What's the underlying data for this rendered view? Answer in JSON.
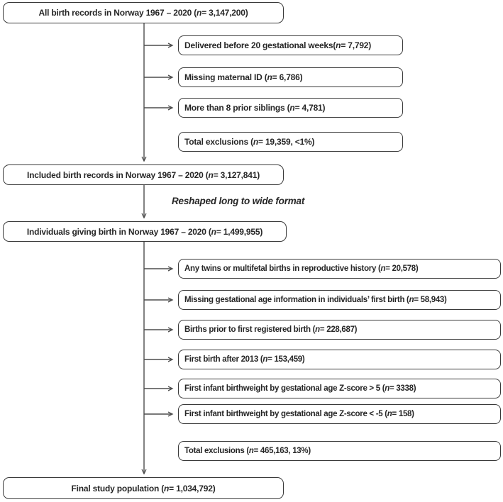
{
  "diagram": {
    "flow": {
      "all_records": "All birth records in Norway 1967 – 2020 (n = 3,147,200)",
      "included_records": "Included birth records in Norway 1967 – 2020 (n = 3,127,841)",
      "individuals": "Individuals giving birth in Norway 1967 – 2020 (n = 1,499,955)",
      "final_population": "Final study population (n = 1,034,792)"
    },
    "notes": {
      "reshape": "Reshaped long to wide format"
    },
    "exclusions_stage1": [
      "Delivered before 20 gestational weeks(n = 7,792)",
      "Missing maternal ID (n = 6,786)",
      "More than 8 prior siblings (n = 4,781)",
      "Total exclusions (n = 19,359, <1%)"
    ],
    "exclusions_stage2": [
      "Any twins or multifetal births  in reproductive history (n = 20,578)",
      "Missing gestational age information in individuals’ first birth (n = 58,943)",
      "Births prior to first registered birth (n = 228,687)",
      "First birth after 2013 (n = 153,459)",
      "First infant birthweight by gestational age Z-score > 5 (n = 3338)",
      "First infant birthweight by gestational age Z-score < -5 (n = 158)",
      "Total exclusions (n = 465,163, 13%)"
    ],
    "colors": {
      "box_border": "#3a3a3a",
      "text": "#262626",
      "arrow": "#4d4d4d",
      "background": "#ffffff"
    }
  }
}
